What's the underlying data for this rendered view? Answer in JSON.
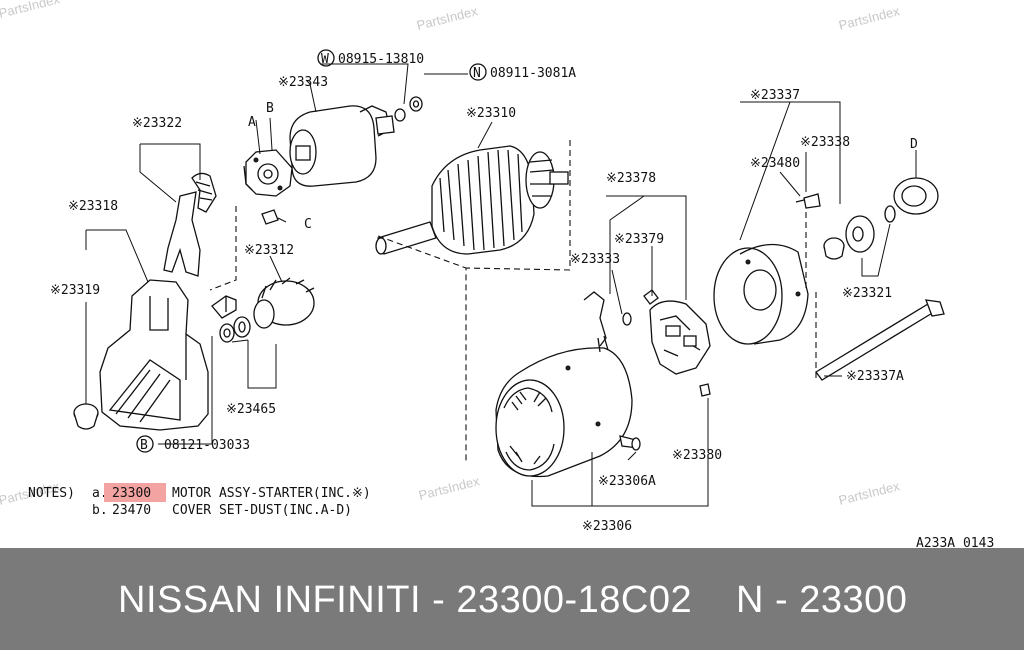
{
  "watermarks": [
    "PartsIndex",
    "PartsIndex",
    "PartsIndex",
    "PartsIndex",
    "PartsIndex",
    "PartsIndex"
  ],
  "labels": {
    "w_part": "08915-13810",
    "n_part": "08911-3081A",
    "p23343": "※23343",
    "p23310": "※23310",
    "p23337": "※23337",
    "p23338": "※23338",
    "p23480": "※23480",
    "p23322": "※23322",
    "p23378": "※23378",
    "p23379": "※23379",
    "p23318": "※23318",
    "p23333": "※23333",
    "p23312": "※23312",
    "p23319": "※23319",
    "p23321": "※23321",
    "p23337a": "※23337A",
    "p23465": "※23465",
    "b_part": "08121-03033",
    "p23380": "※23380",
    "p23306a": "※23306A",
    "p23306": "※23306",
    "letter_a": "A",
    "letter_b": "B",
    "letter_c": "C",
    "letter_d": "D",
    "circle_w": "W",
    "circle_n": "N",
    "circle_b": "B"
  },
  "notes": {
    "prefix": "NOTES)",
    "line1_marker": "a.",
    "line1_code": "23300",
    "line1_text": "MOTOR ASSY-STARTER(INC.※)",
    "line2_marker": "b.",
    "line2_code": "23470",
    "line2_text": "COVER SET-DUST(INC.A-D)"
  },
  "diagram_id": "A233A 0143",
  "banner": {
    "left_text": "NISSAN INFINITI - 23300-18C02",
    "right_text": "N - 23300"
  },
  "colors": {
    "banner_bg": "#7a7a7a",
    "banner_text": "#ffffff",
    "highlight": "#f4a3a3",
    "watermark": "#c8c8c8"
  }
}
